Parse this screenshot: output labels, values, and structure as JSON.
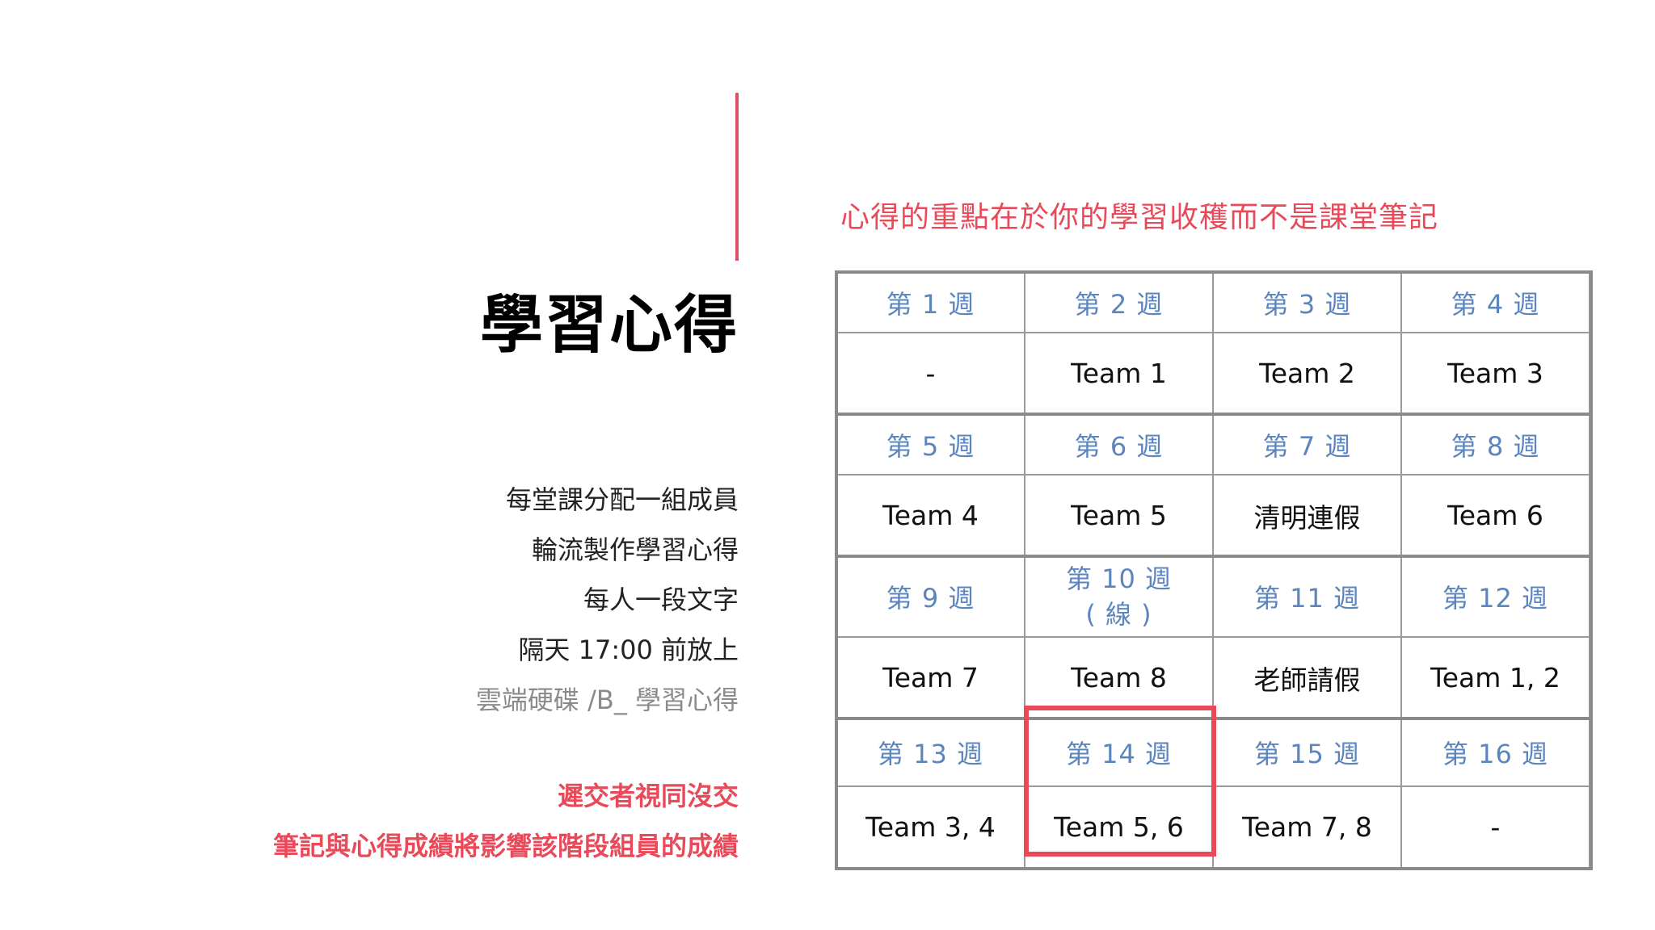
{
  "slide": {
    "title": "學習心得",
    "info_lines": [
      "每堂課分配一組成員",
      "輪流製作學習心得",
      "每人一段文字",
      "隔天 17:00 前放上",
      "雲端硬碟 /B_ 學習心得"
    ],
    "warn_lines": [
      "遲交者視同沒交",
      "筆記與心得成績將影響該階段組員的成績"
    ],
    "subtitle": "心得的重點在於你的學習收穫而不是課堂筆記",
    "colors": {
      "accent_red": "#e84a5a",
      "week_blue": "#5b85bc",
      "border_gray": "#8a8a8a"
    }
  },
  "schedule": {
    "rows": [
      {
        "weeks": [
          "第 1 週",
          "第 2 週",
          "第 3 週",
          "第 4 週"
        ],
        "teams": [
          "-",
          "Team 1",
          "Team 2",
          "Team 3"
        ]
      },
      {
        "weeks": [
          "第 5 週",
          "第 6 週",
          "第 7 週",
          "第 8 週"
        ],
        "teams": [
          "Team 4",
          "Team 5",
          "清明連假",
          "Team 6"
        ]
      },
      {
        "weeks": [
          "第 9 週",
          "第 10 週",
          "第 11 週",
          "第 12 週"
        ],
        "week_notes": [
          "",
          "( 線 )",
          "",
          ""
        ],
        "teams": [
          "Team 7",
          "Team 8",
          "老師請假",
          "Team 1, 2"
        ]
      },
      {
        "weeks": [
          "第 13 週",
          "第 14 週",
          "第 15 週",
          "第 16 週"
        ],
        "teams": [
          "Team 3, 4",
          "Team 5, 6",
          "Team 7, 8",
          "-"
        ]
      }
    ],
    "highlighted_week": "第 14 週"
  }
}
